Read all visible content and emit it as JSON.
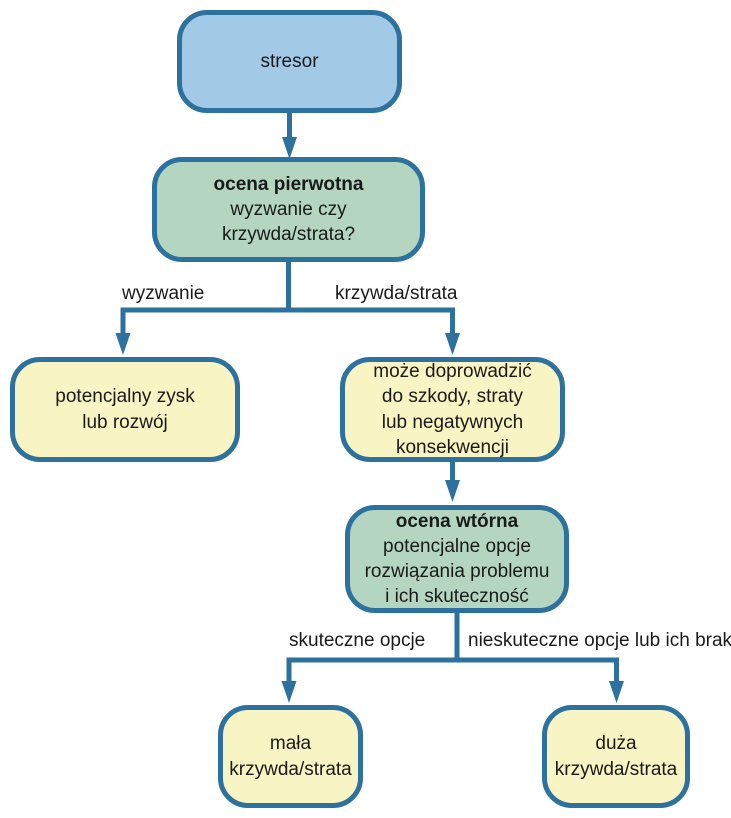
{
  "colors": {
    "line": "#2d719f",
    "blue_fill": "#a2c9e6",
    "green_fill": "#b4d6c1",
    "yellow_fill": "#f8f4c3",
    "text": "#1a1a1a",
    "background": "#ffffff"
  },
  "nodes": {
    "stressor": {
      "label": "stresor"
    },
    "primary_appraisal": {
      "title": "ocena pierwotna",
      "subtitle": "wyzwanie czy krzywda/strata?"
    },
    "potential_gain": {
      "label": "potencjalny zysk\nlub rozwój"
    },
    "may_lead_to_harm": {
      "label": "może doprowadzić\ndo szkody, straty\nlub negatywnych\nkonsekwencji"
    },
    "secondary_appraisal": {
      "title": "ocena wtórna",
      "subtitle": "potencjalne opcje\nrozwiązania problemu\ni ich skuteczność"
    },
    "small_harm": {
      "label": "mała\nkrzywda/strata"
    },
    "large_harm": {
      "label": "duża\nkrzywda/strata"
    }
  },
  "edge_labels": {
    "challenge": "wyzwanie",
    "harm_loss": "krzywda/strata",
    "effective_options": "skuteczne opcje",
    "ineffective_options": "nieskuteczne opcje lub ich brak"
  }
}
